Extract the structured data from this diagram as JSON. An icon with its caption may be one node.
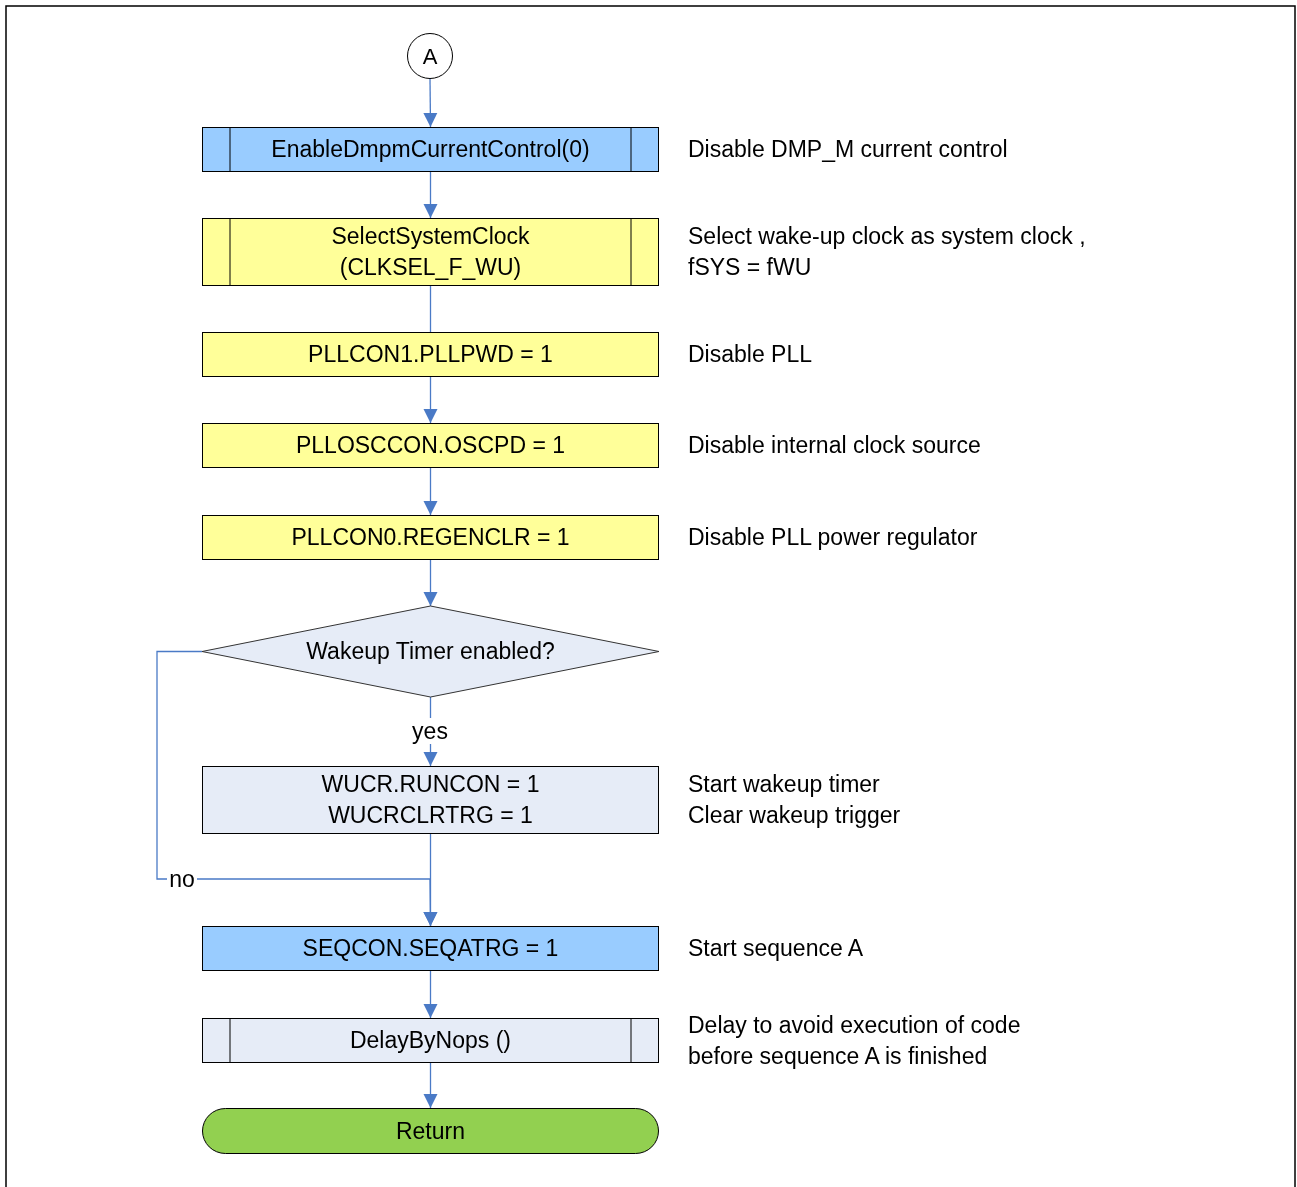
{
  "diagram": {
    "nodes": [
      {
        "text": [
          "A"
        ]
      },
      {
        "text": [
          "EnableDmpmCurrentControl(0)"
        ],
        "beside": [
          "Disable DMP_M current control"
        ]
      },
      {
        "text": [
          "SelectSystemClock (CLKSEL_F_WU)"
        ],
        "beside": [
          "Select wake-up clock as system clock , fSYS = fWU"
        ]
      },
      {
        "text": [
          "PLLCON1.PLLPWD = 1"
        ],
        "beside": [
          "Disable PLL"
        ]
      },
      {
        "text": [
          "PLLOSCCON.OSCPD = 1"
        ],
        "beside": [
          "Disable internal clock source"
        ]
      },
      {
        "text": [
          "PLLCON0.REGENCLR = 1"
        ],
        "beside": [
          "Disable PLL power regulator"
        ]
      },
      {
        "text": [
          "Wakeup Timer enabled?"
        ]
      },
      {
        "text": [
          "WUCR.RUNCON = 1",
          "WUCRCLRTRG = 1"
        ],
        "beside": [
          "Start wakeup timer",
          "Clear wakeup trigger"
        ]
      },
      {
        "text": [
          "SEQCON.SEQATRG = 1"
        ],
        "beside": [
          "Start sequence A"
        ]
      },
      {
        "text": [
          "DelayByNops ()"
        ],
        "beside": [
          "Delay to avoid execution of code before sequence A is finished"
        ]
      },
      {
        "text": [
          "Return"
        ]
      }
    ],
    "edges": [
      {
        "from": 0,
        "to": 1,
        "arrow": "to"
      },
      {
        "from": 1,
        "to": 2,
        "arrow": "to"
      },
      {
        "from": 2,
        "to": 3,
        "arrow": "none"
      },
      {
        "from": 3,
        "to": 4,
        "arrow": "to"
      },
      {
        "from": 4,
        "to": 5,
        "arrow": "to"
      },
      {
        "from": 5,
        "to": 6,
        "arrow": "to"
      },
      {
        "from": 6,
        "to": 7,
        "arrow": "to",
        "label": "yes"
      },
      {
        "from": 7,
        "to": 8,
        "arrow": "to"
      },
      {
        "from": 6,
        "to": 8,
        "arrow": "to",
        "label": "no"
      },
      {
        "from": 8,
        "to": 9,
        "arrow": "to"
      },
      {
        "from": 9,
        "to": 10,
        "arrow": "to"
      }
    ]
  }
}
